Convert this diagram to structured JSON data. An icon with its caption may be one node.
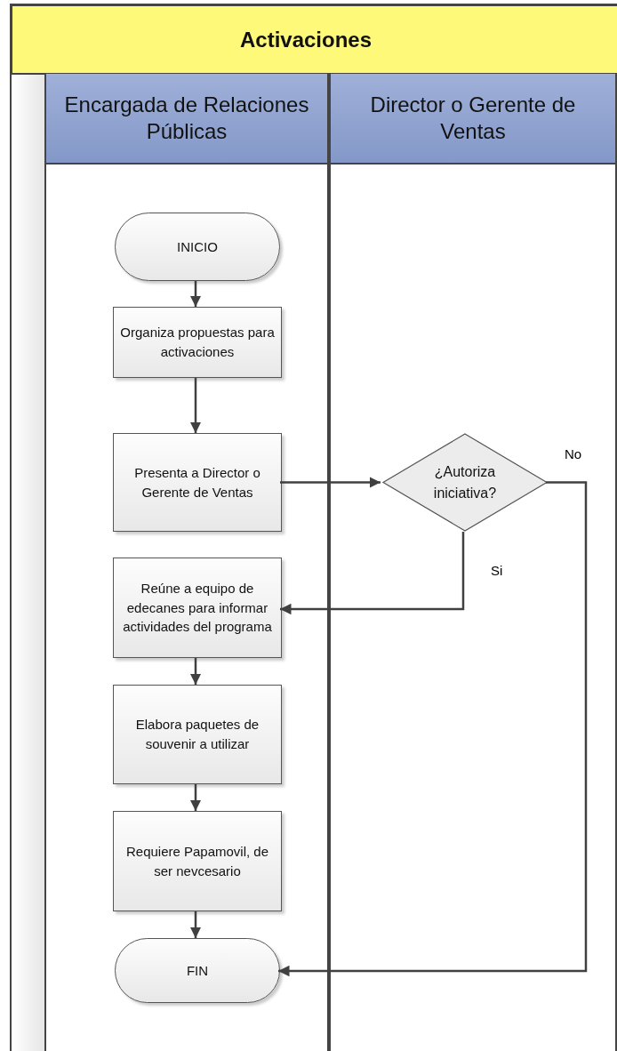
{
  "diagram": {
    "title": "Activaciones",
    "nodes": [
      {
        "text": [
          "Encargada de Relaciones Públicas"
        ]
      },
      {
        "text": [
          "Director o Gerente de Ventas"
        ]
      },
      {
        "text": [
          "INICIO"
        ],
        "in": 0
      },
      {
        "text": [
          "Organiza propuestas para activaciones"
        ],
        "in": 0
      },
      {
        "text": [
          "Presenta a Director o Gerente de Ventas"
        ],
        "in": 0
      },
      {
        "text": [
          "¿Autoriza iniciativa?"
        ],
        "in": 1
      },
      {
        "text": [
          "Reúne a equipo de edecanes para informar actividades del programa"
        ],
        "in": 0
      },
      {
        "text": [
          "Elabora paquetes de souvenir a utilizar"
        ],
        "in": 0
      },
      {
        "text": [
          "Requiere Papamovil, de ser nevcesario"
        ],
        "in": 0
      },
      {
        "text": [
          "FIN"
        ],
        "in": 0
      }
    ],
    "edges": [
      {
        "from": 2,
        "to": 3,
        "arrow": "to"
      },
      {
        "from": 3,
        "to": 4,
        "arrow": "to"
      },
      {
        "from": 4,
        "to": 5,
        "arrow": "to"
      },
      {
        "from": 5,
        "to": 6,
        "arrow": "to",
        "label": "Si"
      },
      {
        "from": 5,
        "to": 9,
        "arrow": "to",
        "label": "No"
      },
      {
        "from": 6,
        "to": 7,
        "arrow": "to"
      },
      {
        "from": 7,
        "to": 8,
        "arrow": "to"
      },
      {
        "from": 8,
        "to": 9,
        "arrow": "to"
      }
    ]
  }
}
